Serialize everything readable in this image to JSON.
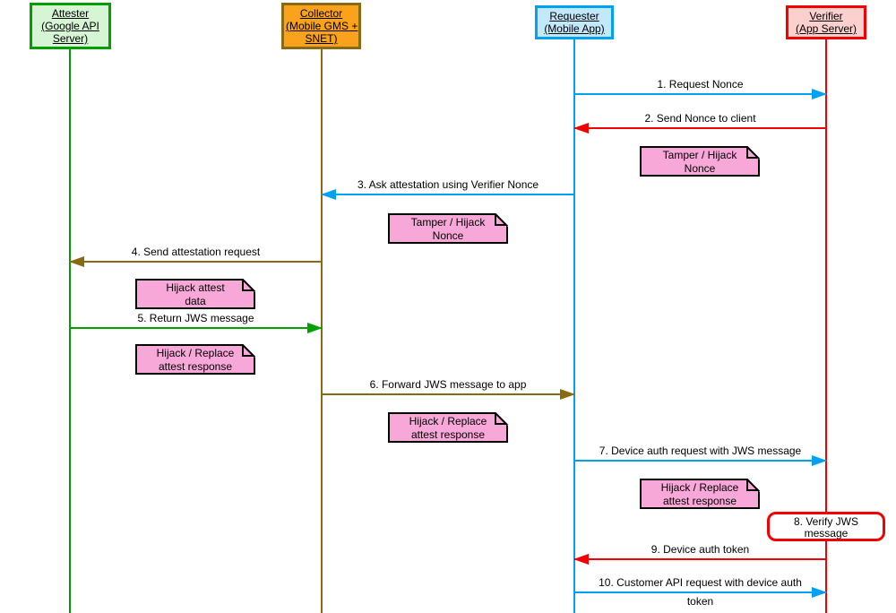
{
  "participants": [
    {
      "name": "Attester",
      "lines": [
        "Attester",
        "(Google API",
        "Server)"
      ],
      "fill": "#D5F5D5",
      "border": "#00A000"
    },
    {
      "name": "Collector",
      "lines": [
        "Collector",
        "(Mobile GMS +",
        "SNET)"
      ],
      "fill": "#FAA21B",
      "border": "#8B6914"
    },
    {
      "name": "Requester",
      "lines": [
        "Requester",
        "(Mobile App)"
      ],
      "fill": "#C2E8FA",
      "border": "#00A1F1"
    },
    {
      "name": "Verifier",
      "lines": [
        "Verifier",
        "(App Server)"
      ],
      "fill": "#FBD0CD",
      "border": "#F40000"
    }
  ],
  "messages": [
    {
      "label": "1. Request Nonce",
      "from": "Requester",
      "to": "Verifier",
      "color": "#00A1F1"
    },
    {
      "label": "2. Send Nonce to client",
      "from": "Verifier",
      "to": "Requester",
      "color": "#F40000"
    },
    {
      "label": "3. Ask attestation using Verifier Nonce",
      "from": "Requester",
      "to": "Collector",
      "color": "#00A1F1"
    },
    {
      "label": "4. Send attestation request",
      "from": "Collector",
      "to": "Attester",
      "color": "#8B6914"
    },
    {
      "label": "5. Return JWS message",
      "from": "Attester",
      "to": "Collector",
      "color": "#00A000"
    },
    {
      "label": "6. Forward JWS message to app",
      "from": "Collector",
      "to": "Requester",
      "color": "#8B6914"
    },
    {
      "label": "7. Device auth request with JWS message",
      "from": "Requester",
      "to": "Verifier",
      "color": "#00A1F1"
    },
    {
      "label": "9. Device auth token",
      "from": "Verifier",
      "to": "Requester",
      "color": "#F40000"
    },
    {
      "label": "10. Customer API request with device auth",
      "label_line2": "token",
      "from": "Requester",
      "to": "Verifier",
      "color": "#00A1F1"
    }
  ],
  "self_action": {
    "line1": "8. Verify JWS",
    "line2": "message",
    "participant": "Verifier",
    "border": "#F40000"
  },
  "notes": [
    {
      "line1": "Tamper / Hijack",
      "line2": "Nonce",
      "between": "Requester-Verifier"
    },
    {
      "line1": "Tamper / Hijack",
      "line2": "Nonce",
      "between": "Collector-Requester"
    },
    {
      "line1": "Hijack attest",
      "line2": "data",
      "between": "Attester-Collector"
    },
    {
      "line1": "Hijack / Replace",
      "line2": "attest response",
      "between": "Attester-Collector"
    },
    {
      "line1": "Hijack / Replace",
      "line2": "attest response",
      "between": "Collector-Requester"
    },
    {
      "line1": "Hijack / Replace",
      "line2": "attest response",
      "between": "Requester-Verifier"
    }
  ],
  "colors": {
    "attester_green": "#00A000",
    "attester_fill": "#D5F5D5",
    "collector_gold": "#8B6914",
    "collector_fill": "#FAA21B",
    "requester_blue": "#00A1F1",
    "requester_fill": "#C2E8FA",
    "verifier_red": "#F40000",
    "verifier_fill": "#FBD0CD",
    "note_fill": "#F8A8D8",
    "note_border": "#000000",
    "background": "#FFFFFF"
  }
}
